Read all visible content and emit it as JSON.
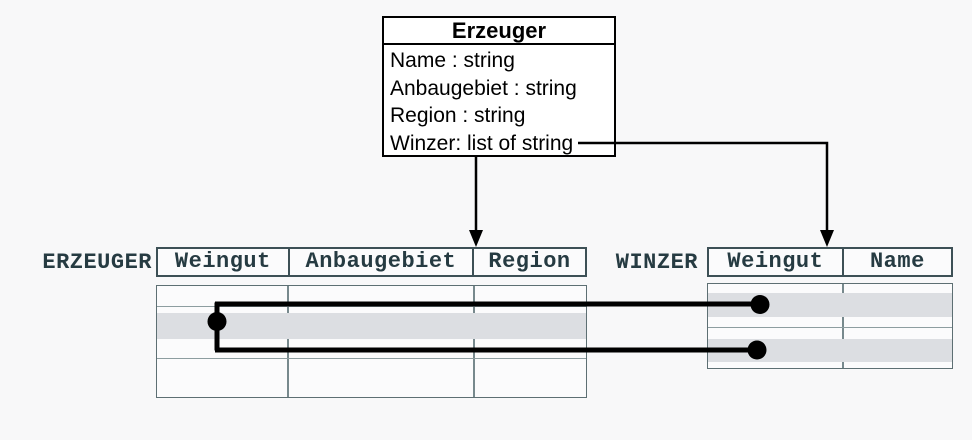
{
  "class_box": {
    "title": "Erzeuger",
    "attributes": [
      "Name : string",
      "Anbaugebiet : string",
      "Region : string",
      "Winzer: list of string"
    ]
  },
  "tables": {
    "erzeuger": {
      "label": "ERZEUGER",
      "columns": [
        "Weingut",
        "Anbaugebiet",
        "Region"
      ]
    },
    "winzer": {
      "label": "WINZER",
      "columns": [
        "Weingut",
        "Name"
      ]
    }
  },
  "colors": {
    "background": "#f8f8f9",
    "box_border": "#000000",
    "table_text": "#263b42",
    "header_border": "#3d5056",
    "body_border": "#5d6f73",
    "grid_line": "#8d9da0",
    "column_separator": "#77898d",
    "row_highlight": "#dcdee2",
    "connector": "#000000"
  }
}
